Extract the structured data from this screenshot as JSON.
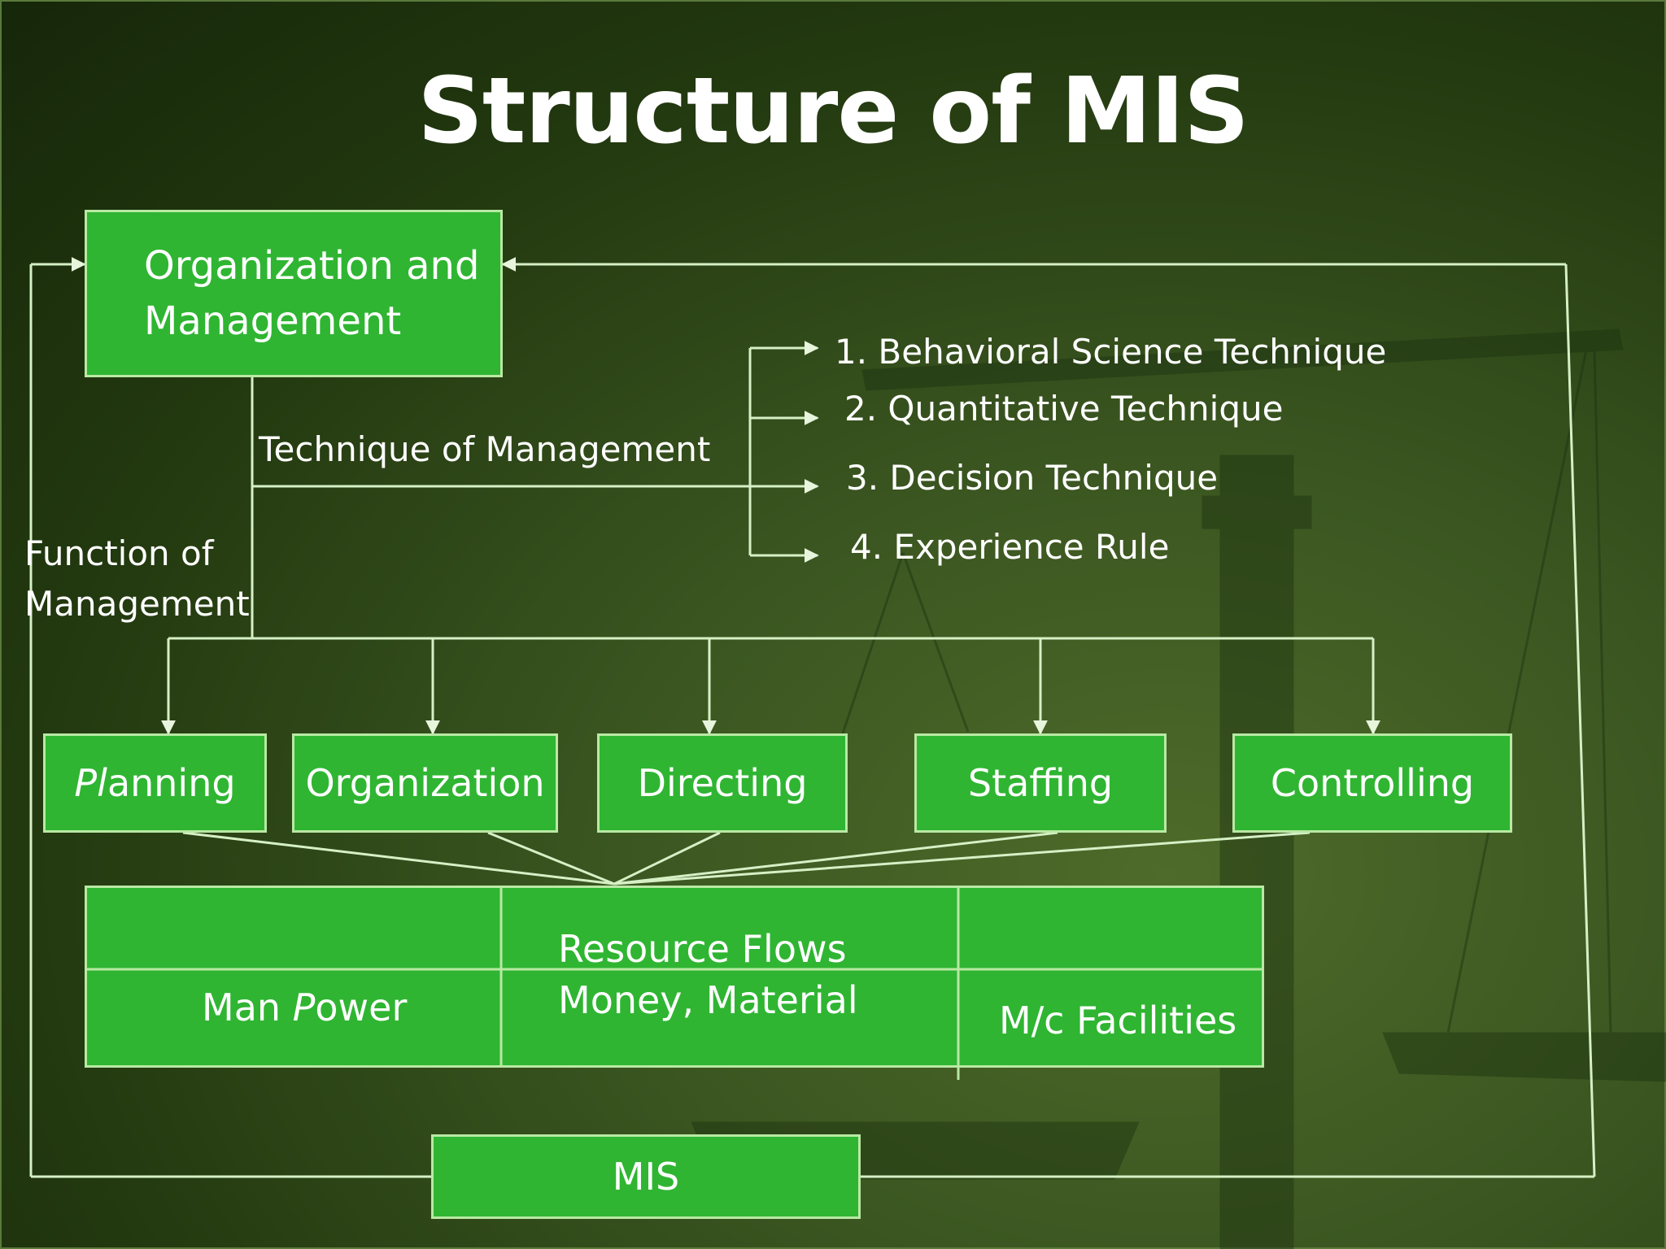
{
  "title": "Structure of MIS",
  "org_box": {
    "line1": "Organization and",
    "line2": "Management"
  },
  "technique_label": "Technique of Management",
  "function_label": {
    "line1": "Function of",
    "line2": "Management"
  },
  "techniques": [
    "1. Behavioral Science Technique",
    "2. Quantitative Technique",
    "3. Decision Technique",
    "4. Experience Rule"
  ],
  "functions": {
    "planning": {
      "italic": "Pl",
      "rest": "anning"
    },
    "organization": "Organization",
    "directing": "Directing",
    "staffing": "Staffing",
    "controlling": "Controlling"
  },
  "resources": {
    "man_power": {
      "text": "Man ",
      "italic": "P",
      "rest": "ower"
    },
    "resource_flows": "Resource Flows",
    "money_material": "Money, Material",
    "mc_facilities": "M/c Facilities"
  },
  "mis_box": "MIS",
  "colors": {
    "box_fill": "#2fb532",
    "box_border": "#b9e9a4",
    "line": "#d6f0c6",
    "background": "#2e4a18"
  }
}
